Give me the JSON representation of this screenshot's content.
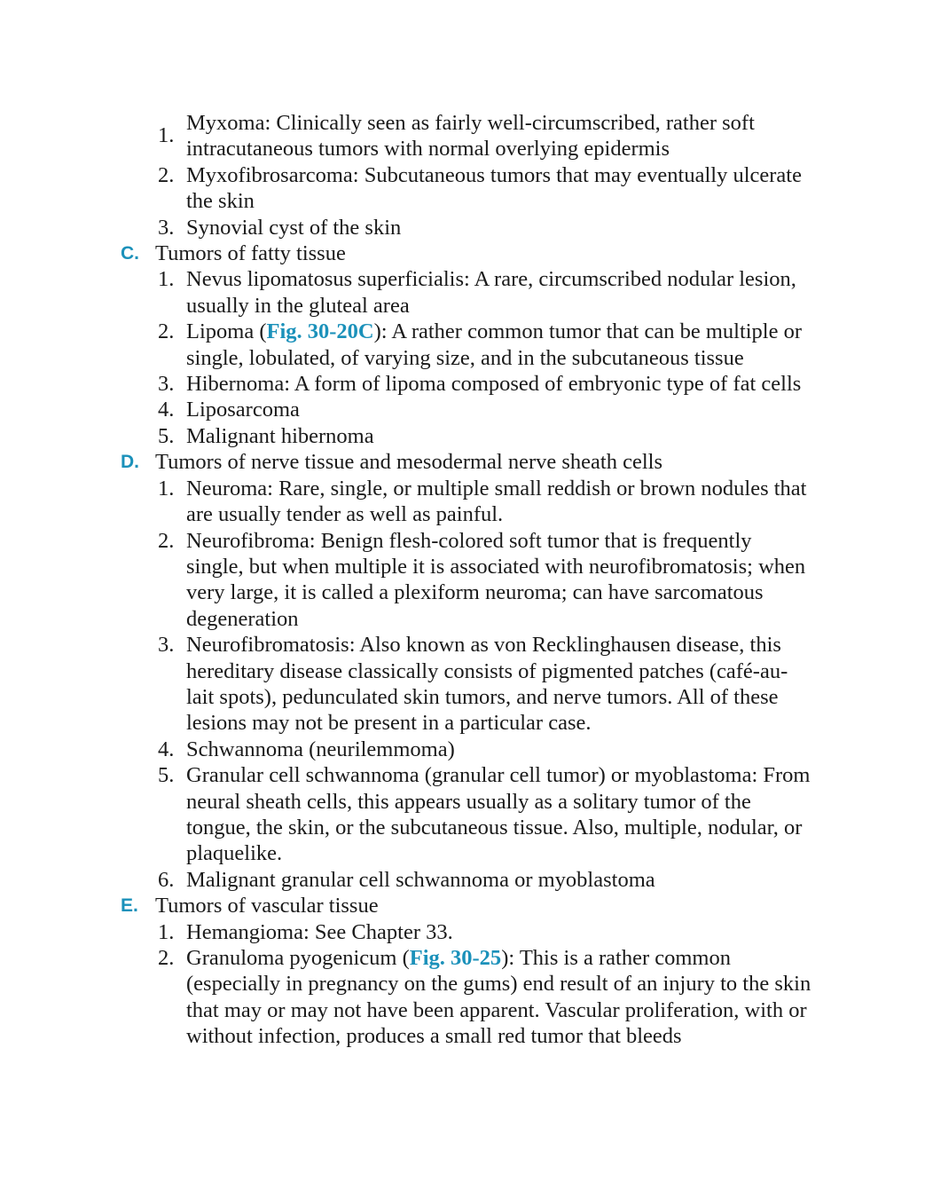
{
  "accent_color": "#1b91ba",
  "items_top": [
    {
      "num": "1.",
      "text": "Myxoma: Clinically seen as fairly well-circumscribed, rather soft intracutaneous tumors with normal overlying epidermis"
    },
    {
      "num": "2.",
      "text": "Myxofibrosarcoma: Subcutaneous tumors that may eventually ulcerate the skin"
    },
    {
      "num": "3.",
      "text": "Synovial cyst of the skin"
    }
  ],
  "section_c": {
    "letter": "C.",
    "title": "Tumors of fatty tissue",
    "items": [
      {
        "num": "1.",
        "text": "Nevus lipomatosus superficialis: A rare, circumscribed nodular lesion, usually in the gluteal area"
      },
      {
        "num": "2.",
        "pre": "Lipoma (",
        "link": "Fig. 30-20C",
        "post": "): A rather common tumor that can be multiple or single, lobulated, of varying size, and in the subcutaneous tissue"
      },
      {
        "num": "3.",
        "text": "Hibernoma: A form of lipoma composed of embryonic type of fat cells"
      },
      {
        "num": "4.",
        "text": "Liposarcoma"
      },
      {
        "num": "5.",
        "text": "Malignant hibernoma"
      }
    ]
  },
  "section_d": {
    "letter": "D.",
    "title": "Tumors of nerve tissue and mesodermal nerve sheath cells",
    "items": [
      {
        "num": "1.",
        "text": "Neuroma: Rare, single, or multiple small reddish or brown nodules that are usually tender as well as painful."
      },
      {
        "num": "2.",
        "text": "Neurofibroma: Benign flesh-colored soft tumor that is frequently single, but when multiple it is associated with neurofibromatosis; when very large, it is called a plexiform neuroma; can have sarcomatous degeneration"
      },
      {
        "num": "3.",
        "text": "Neurofibromatosis: Also known as von Recklinghausen disease, this hereditary disease classically consists of pigmented patches (café-au-lait spots), pedunculated skin tumors, and nerve tumors. All of these lesions may not be present in a particular case."
      },
      {
        "num": "4.",
        "text": "Schwannoma (neurilemmoma)"
      },
      {
        "num": "5.",
        "text": "Granular cell schwannoma (granular cell tumor) or myoblastoma: From neural sheath cells, this appears usually as a solitary tumor of the tongue, the skin, or the subcutaneous tissue. Also, multiple, nodular, or plaquelike."
      },
      {
        "num": "6.",
        "text": "Malignant granular cell schwannoma or myoblastoma"
      }
    ]
  },
  "section_e": {
    "letter": "E.",
    "title": "Tumors of vascular tissue",
    "items": [
      {
        "num": "1.",
        "text": "Hemangioma: See Chapter 33."
      },
      {
        "num": "2.",
        "pre": "Granuloma pyogenicum (",
        "link": "Fig. 30-25",
        "post": "): This is a rather common (especially in pregnancy on the gums) end result of an injury to the skin that may or may not have been apparent. Vascular proliferation, with or without infection, produces a small red tumor that bleeds"
      }
    ]
  }
}
